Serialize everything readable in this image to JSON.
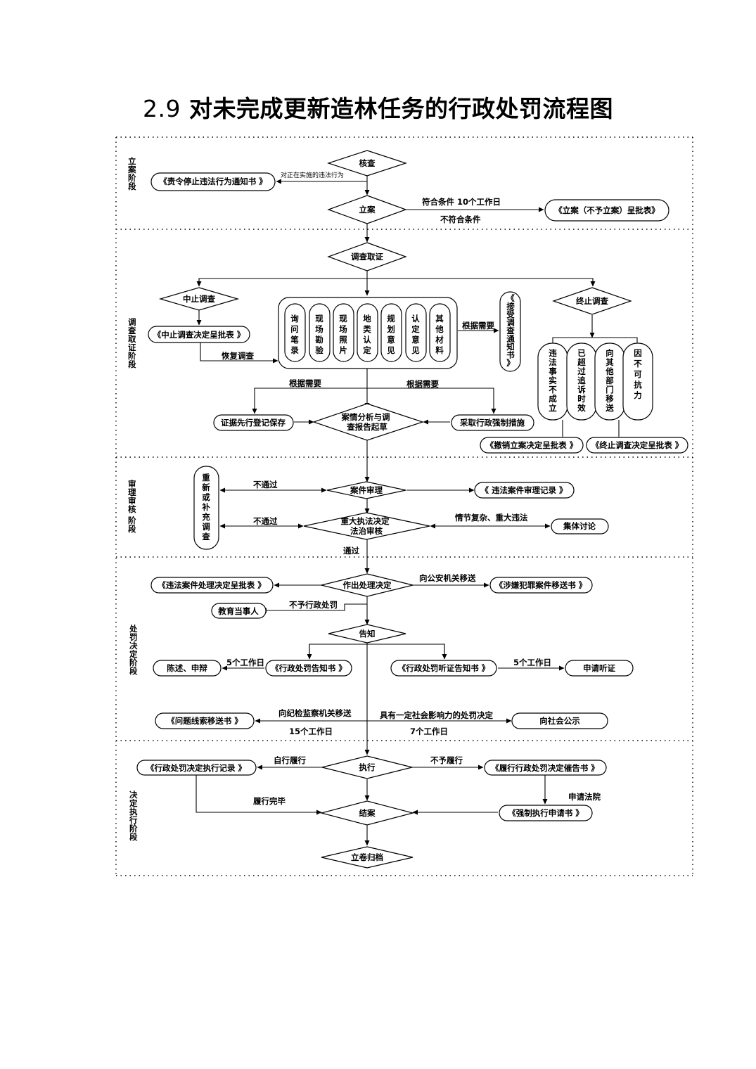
{
  "title": {
    "number": "2.9",
    "text": "对未完成更新造林任务的行政处罚流程图"
  },
  "stages": {
    "s1": [
      "立",
      "案",
      "阶",
      "段"
    ],
    "s2": [
      "调",
      "查",
      "取",
      "证",
      "阶",
      "段"
    ],
    "s3": [
      "审",
      "理",
      "审",
      "核",
      "阶",
      "段"
    ],
    "s4": [
      "处",
      "罚",
      "决",
      "定",
      "阶",
      "段"
    ],
    "s5": [
      "决",
      "定",
      "执",
      "行",
      "阶",
      "段"
    ]
  },
  "nodes": {
    "hecha": "核查",
    "zeling": "《责令停止违法行为通知书 》",
    "zeling_edge": "对正在实施的违法行为",
    "lian": "立案",
    "lian_yes": "符合条件 10个工作日",
    "lian_no": "不符合条件",
    "lian_form": "《立案（不予立案）呈批表》",
    "diaocha": "调查取证",
    "zhongzhi": "中止调查",
    "zhongzhi_form": "《中止调查决定呈批表 》",
    "huifu": "恢复调查",
    "evidence": [
      "询问笔录",
      "现场勘验",
      "现场照片",
      "地类认定",
      "规划意见",
      "认定意见",
      "其他材料"
    ],
    "genju1": "根据需要",
    "jieshou": "《接受调查通知书》",
    "zhongzhi2": "终止调查",
    "reasons": [
      "违法事实不成立",
      "已超过追诉时效",
      "向其他部门移送",
      "因不可抗力"
    ],
    "chexiao": "《撤销立案决定呈批表 》",
    "zhongzhi2_form": "《终止调查决定呈批表 》",
    "genju2": "根据需要",
    "genju3": "根据需要",
    "baocun": "证据先行登记保存",
    "anqing": [
      "案情分析与调",
      "查报告起草"
    ],
    "qiangzhi": "采取行政强制措施",
    "chongxin": [
      "重",
      "新",
      "或",
      "补",
      "充",
      "调",
      "查"
    ],
    "butongguo1": "不通过",
    "butongguo2": "不通过",
    "shenli": "案件审理",
    "shenli_rec": "《 违法案件审理记录 》",
    "zhongda": [
      "重大执法决定",
      "法治审核"
    ],
    "qingjie": "情节复杂、重大违法",
    "jiti": "集体讨论",
    "tongguo": "通过",
    "chuli_form": "《违法案件处理决定呈批表 》",
    "zuochu": "作出处理决定",
    "gongan": "向公安机关移送",
    "xianyi": "《涉嫌犯罪案件移送书 》",
    "jiaoyu": "教育当事人",
    "buyu": "不予行政处罚",
    "gaozhi": "告知",
    "chenshu": "陈述、申辩",
    "wd5a": "5个工作日",
    "chufa_gaozhi": "《行政处罚告知书 》",
    "tingzheng_gaozhi": "《行政处罚听证告知书 》",
    "wd5b": "5个工作日",
    "shenqing": "申请听证",
    "wenti": "《问题线索移送书 》",
    "jijian": "向纪检监察机关移送",
    "wd15": "15个工作日",
    "shehui_cond": "具有一定社会影响力的处罚决定",
    "wd7": "7个工作日",
    "gongshi": "向社会公示",
    "zhixing_rec": "《行政处罚决定执行记录 》",
    "zixing": "自行履行",
    "zhixing": "执行",
    "buyu_lv": "不予履行",
    "cuigao": "《履行行政处罚决定催告书 》",
    "lvxing": "履行完毕",
    "jiean": "结案",
    "fayuan": "申请法院",
    "qiangzhi_sq": "《强制执行申请书 》",
    "guidang": "立卷归档"
  }
}
